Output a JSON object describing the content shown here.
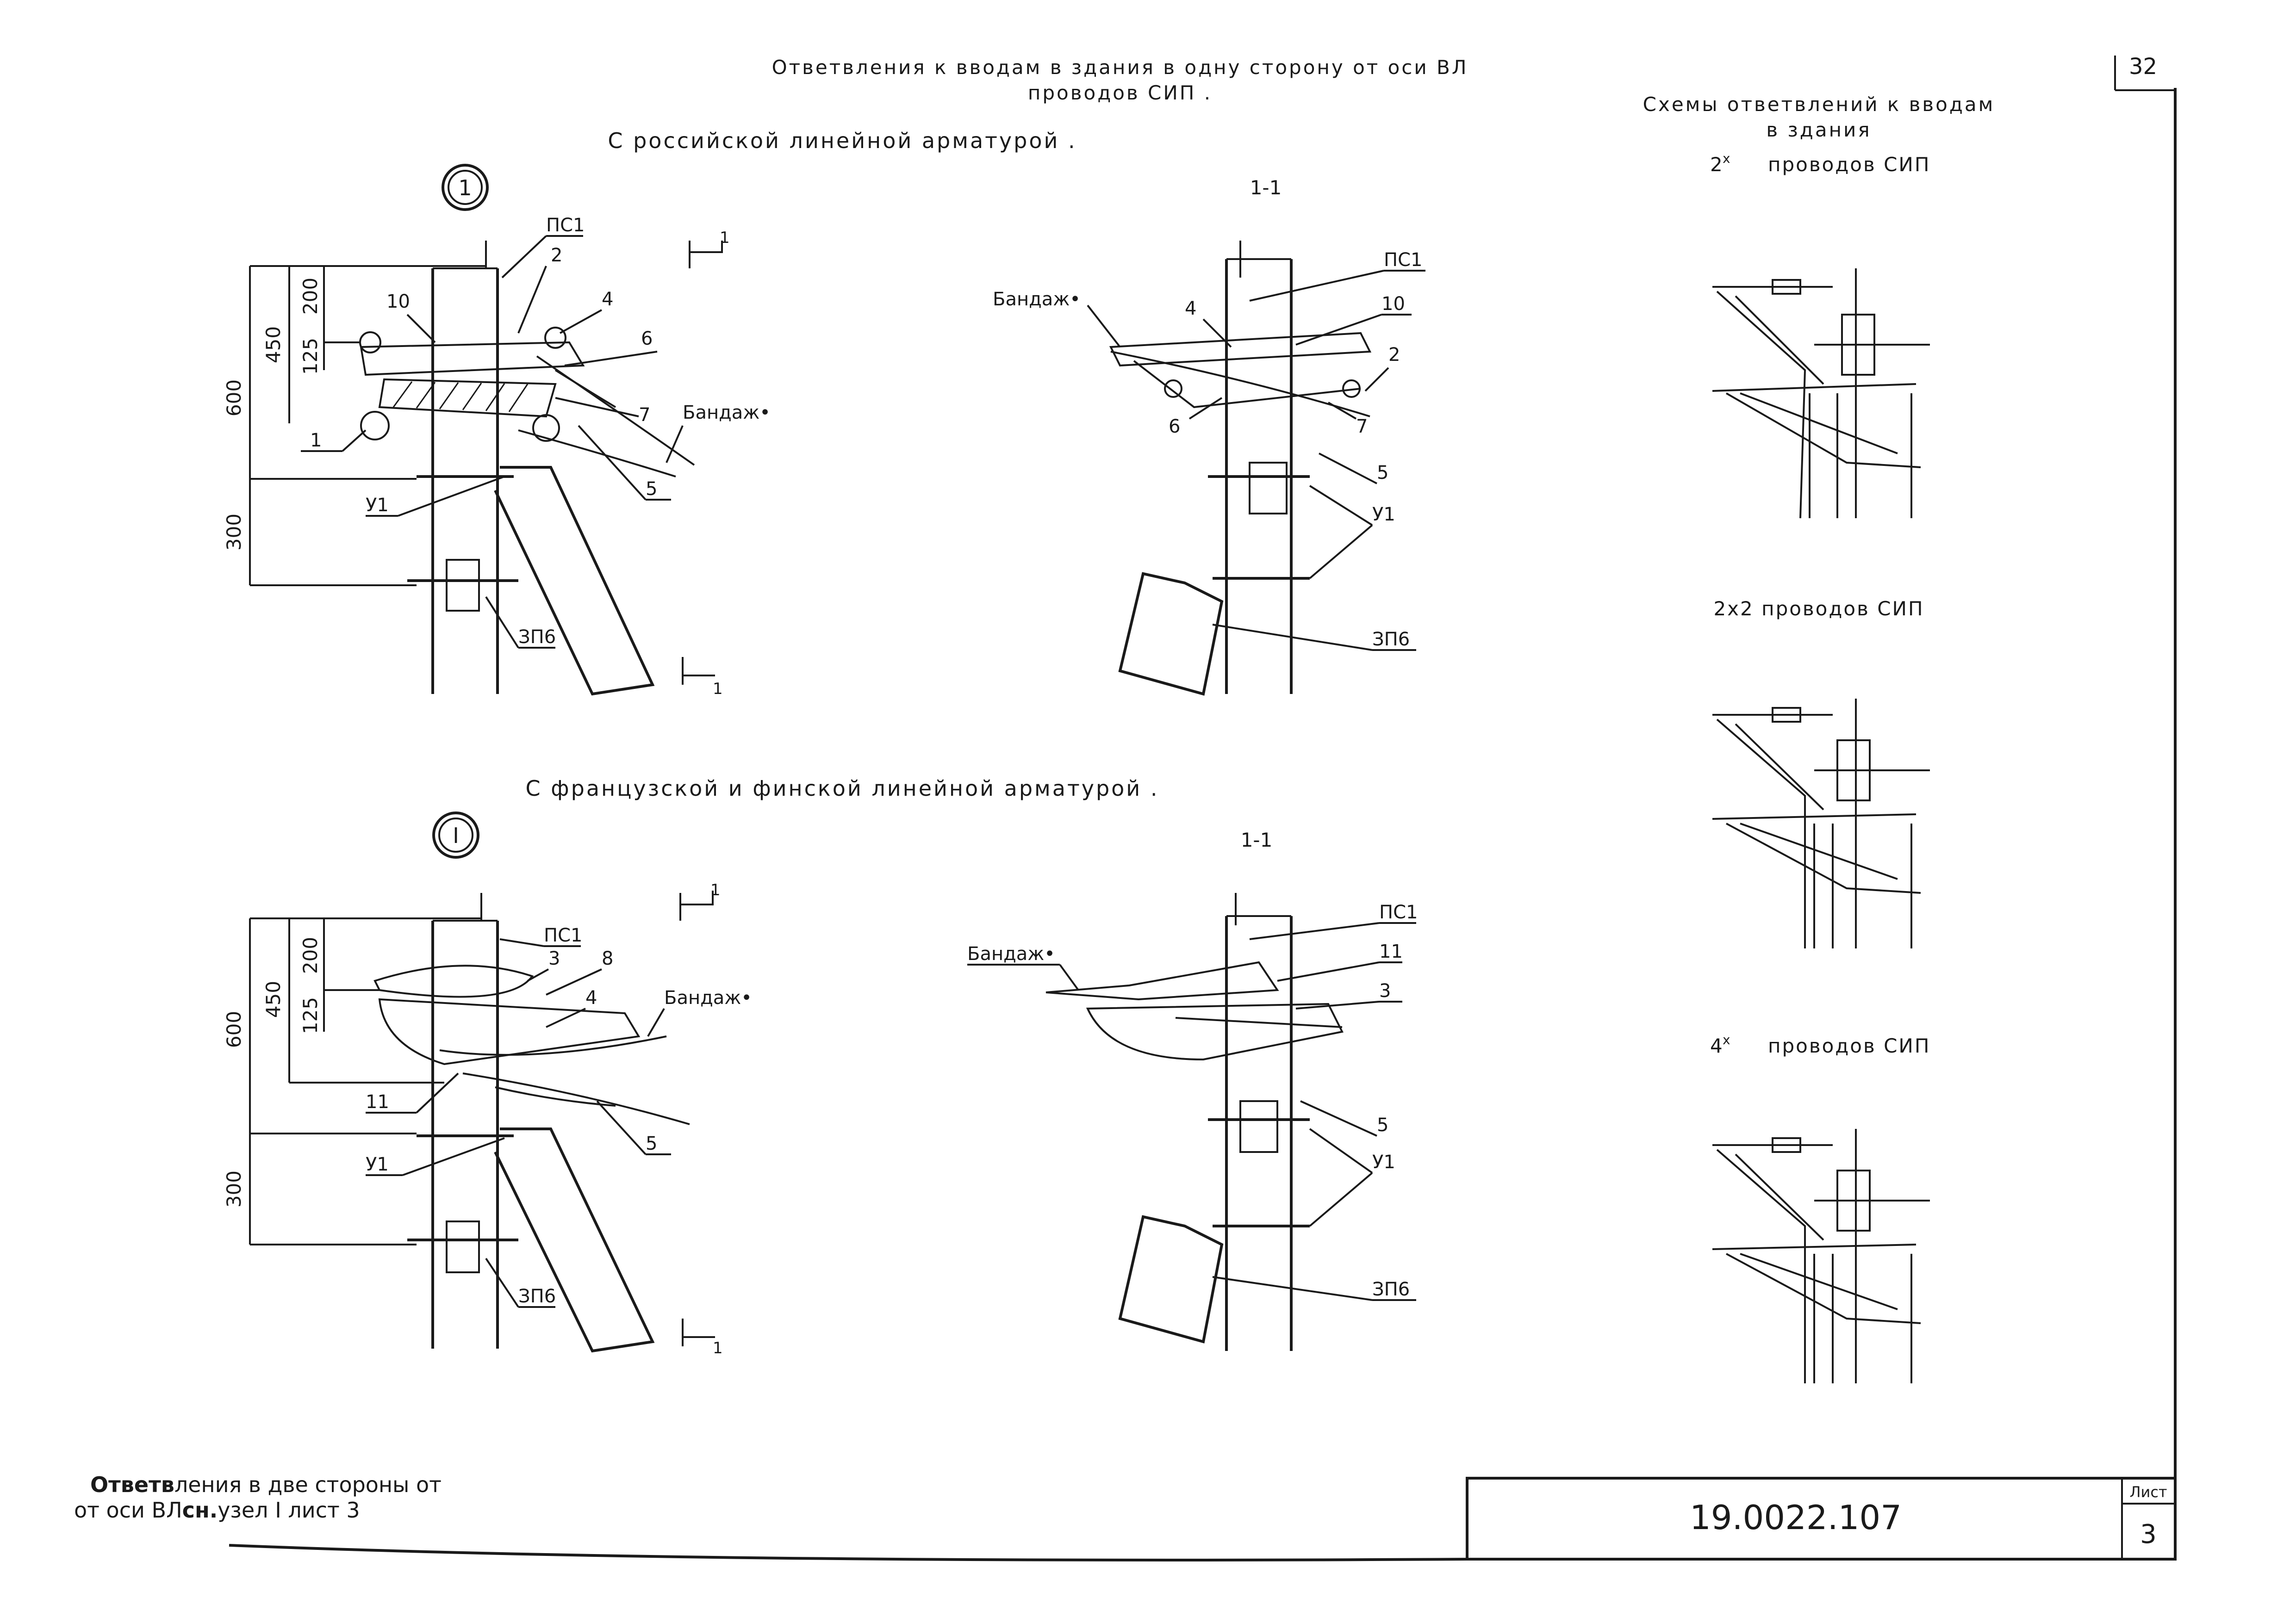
{
  "page_number": "32",
  "header": {
    "title_line1": "Ответвления к вводам в здания в одну сторону от оси ВЛ",
    "title_line2": "проводов СИП ."
  },
  "top_section": {
    "subtitle": "С российской линейной арматурой .",
    "node_marker": "1",
    "section_label": "1-1",
    "cut_label": "1",
    "left_view": {
      "dims": [
        "600",
        "450",
        "200",
        "125",
        "300"
      ],
      "labels": {
        "ps1": "ПС1",
        "n2": "2",
        "n10": "10",
        "n4": "4",
        "n6": "6",
        "n7": "7",
        "n1": "1",
        "bandage": "Бандаж•",
        "n5": "5",
        "u1": "У1",
        "zp6": "ЗП6"
      }
    },
    "right_view": {
      "labels": {
        "ps1": "ПС1",
        "bandage": "Бандаж•",
        "n4": "4",
        "n10": "10",
        "n2": "2",
        "n6": "6",
        "n7": "7",
        "n5": "5",
        "u1": "У1",
        "zp6": "ЗП6"
      }
    }
  },
  "bottom_section": {
    "subtitle": "С французской и финской линейной арматурой .",
    "node_marker": "I",
    "section_label": "1-1",
    "cut_label": "1",
    "left_view": {
      "dims": [
        "600",
        "450",
        "200",
        "125",
        "300"
      ],
      "labels": {
        "ps1": "ПС1",
        "n3": "3",
        "n8": "8",
        "n4": "4",
        "bandage": "Бандаж•",
        "n11": "11",
        "u1": "У1",
        "n5": "5",
        "zp6": "ЗП6"
      }
    },
    "right_view": {
      "labels": {
        "bandage": "Бандаж•",
        "ps1": "ПС1",
        "n11": "11",
        "n3": "3",
        "n5": "5",
        "u1": "У1",
        "zp6": "ЗП6"
      }
    }
  },
  "schemes": {
    "title_line1": "Схемы ответвлений к вводам",
    "title_line2": "в здания",
    "items": [
      {
        "prefix": "2",
        "mark": "x",
        "label": "проводов СИП"
      },
      {
        "prefix": "",
        "mark": "",
        "label": "2x2 проводов СИП"
      },
      {
        "prefix": "4",
        "mark": "x",
        "label": "проводов СИП"
      }
    ]
  },
  "footer": {
    "note_bold": "Ответв",
    "note_line1_rest": "ления в  две стороны от",
    "note_line2_a": "от оси ВЛ",
    "note_line2_bold": "сн.",
    "note_line2_b": "узел I лист 3"
  },
  "title_block": {
    "code": "19.0022.107",
    "sheet_label": "Лист",
    "sheet_number": "3"
  }
}
